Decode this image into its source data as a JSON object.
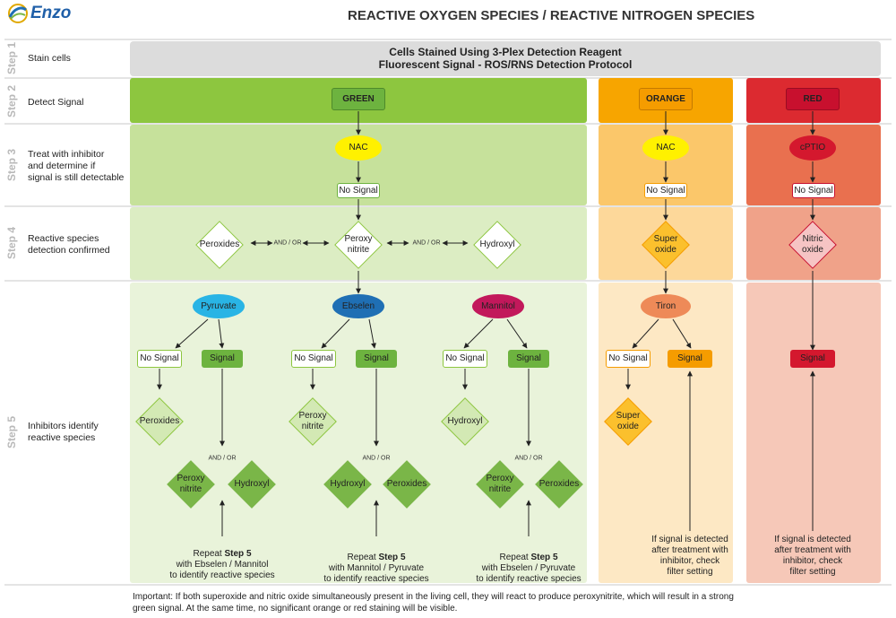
{
  "header": {
    "logo_text": "Enzo",
    "title": "REACTIVE OXYGEN SPECIES / REACTIVE NITROGEN SPECIES"
  },
  "steps": [
    {
      "tag": "Step 1",
      "label": "Stain cells"
    },
    {
      "tag": "Step 2",
      "label": "Detect Signal"
    },
    {
      "tag": "Step 3",
      "label": "Treat with inhibitor\nand determine if\nsignal is still detectable"
    },
    {
      "tag": "Step 4",
      "label": "Reactive species\ndetection confirmed"
    },
    {
      "tag": "Step 5",
      "label": "Inhibitors identify\nreactive species"
    }
  ],
  "banner": {
    "line1": "Cells Stained Using 3-Plex Detection Reagent",
    "line2": "Fluorescent Signal - ROS/RNS Detection Protocol"
  },
  "channels": {
    "green": "GREEN",
    "orange": "ORANGE",
    "red": "RED"
  },
  "step3": {
    "green_inhibitor": "NAC",
    "orange_inhibitor": "NAC",
    "red_inhibitor": "cPTIO",
    "no_signal": "No Signal"
  },
  "step4": {
    "peroxides": "Peroxides",
    "peroxynitrite": "Peroxy\nnitrite",
    "hydroxyl": "Hydroxyl",
    "superoxide": "Super\noxide",
    "nitric_oxide": "Nitric\noxide",
    "and_or": "AND / OR"
  },
  "step5": {
    "pyruvate": "Pyruvate",
    "ebselen": "Ebselen",
    "mannitol": "Mannitol",
    "tiron": "Tiron",
    "no_signal": "No Signal",
    "signal": "Signal",
    "peroxides": "Peroxides",
    "peroxynitrite": "Peroxy\nnitrite",
    "hydroxyl": "Hydroxyl",
    "superoxide": "Super\noxide",
    "and_or": "AND / OR",
    "repeat_prefix": "Repeat",
    "repeat_bold": "Step 5",
    "repeat1_rest": "with Ebselen / Mannitol\nto identify reactive species",
    "repeat2_rest": "with Mannitol / Pyruvate\nto identify reactive species",
    "repeat3_rest": "with Ebselen / Pyruvate\nto identify reactive species",
    "filter_note": "If signal is detected\nafter treatment with\ninhibitor, check\nfilter setting"
  },
  "footer": "Important: If both superoxide and nitric oxide simultaneously present in the living cell, they will react to produce peroxynitrite, which will result in a strong\ngreen signal. At the same time, no significant orange or red staining will be visible.",
  "colors": {
    "green_dark": "#8dc63f",
    "green_mid": "#c6e19b",
    "green_light": "#dcedc3",
    "green_pale": "#e9f3da",
    "orange": "#f7a500",
    "orange_mid": "#fbc76a",
    "orange_light": "#fdd89a",
    "orange_pale": "#fde8c4",
    "red": "#dc2a30",
    "red_mid": "#e9704f",
    "red_light": "#f0a289",
    "red_pale": "#f6c8b8",
    "yellow": "#fff100",
    "gray_banner": "#dcdcdc"
  }
}
